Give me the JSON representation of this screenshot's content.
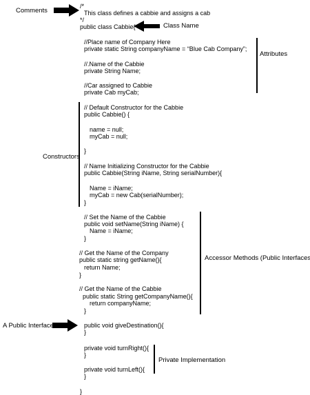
{
  "labels": {
    "comments": "Comments",
    "class_name": "Class Name",
    "attributes": "Attributes",
    "constructors": "Constructors",
    "accessors": "Accessor Methods (Public Interfaces)",
    "public_interface": "A Public Interface",
    "private_impl": "Private Implementation"
  },
  "code": {
    "l01": "/*",
    "l02": "This class defines a cabbie and assigns a cab",
    "l03": "*/",
    "l04": "public class Cabbie{",
    "l05": "//Place name of Company Here",
    "l06": "private static String companyName = “Blue Cab Company”;",
    "l07": "//.Name of the Cabbie",
    "l08": "private String Name;",
    "l09": "//Car assigned to Cabbie",
    "l10": "private Cab myCab;",
    "l11": "// Default Constructor for the Cabbie",
    "l12": "public Cabbie() {",
    "l13": "name = null;",
    "l14": "myCab = null;",
    "l15": "}",
    "l16": "// Name Initializing Constructor for the Cabbie",
    "l17": "public Cabbie(String iName, String serialNumber){",
    "l18": "Name = iName;",
    "l19": "myCab = new Cab(serialNumber);",
    "l20": "}",
    "l21": "// Set the Name of the Cabbie",
    "l22": "public void setName(String iName) {",
    "l23": "Name = iName;",
    "l24": "}",
    "l25": "// Get the Name of the Company",
    "l26": "public static string getName(){",
    "l27": "return Name;",
    "l28": "}",
    "l29": "// Get the Name of the Cabbie",
    "l30": "public static String getCompanyName(){",
    "l31": "return companyName;",
    "l32": "}",
    "l33": "public void giveDestination(){",
    "l34": "}",
    "l35": "private void turnRight(){",
    "l36": "}",
    "l37": "private void turnLeft(){",
    "l38": "}",
    "l39": "}"
  }
}
